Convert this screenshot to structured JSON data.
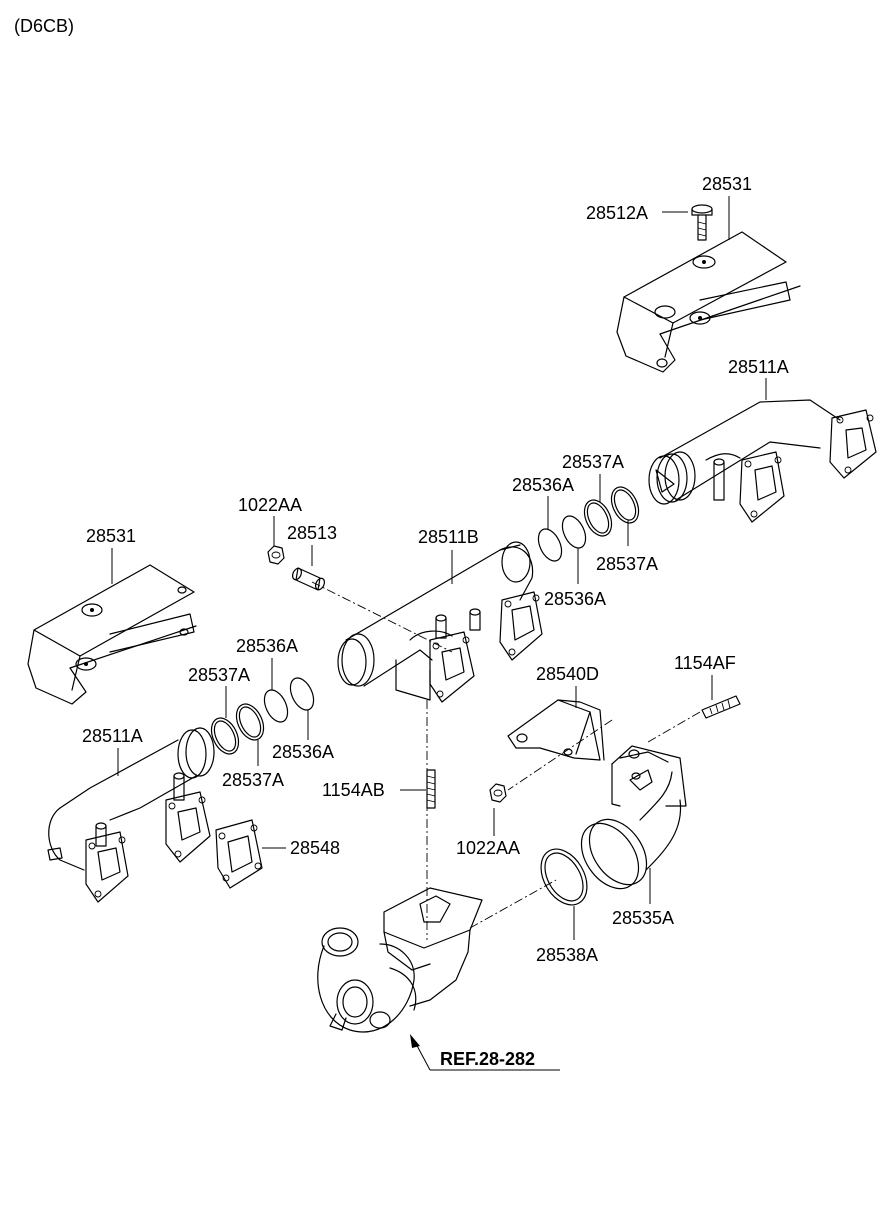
{
  "header": {
    "engine_code": "(D6CB)"
  },
  "labels": {
    "l_28531_top": "28531",
    "l_28512A": "28512A",
    "l_28511A_right": "28511A",
    "l_28537A_a": "28537A",
    "l_28536A_a": "28536A",
    "l_28537A_b": "28537A",
    "l_28536A_b": "28536A",
    "l_1022AA_top": "1022AA",
    "l_28513": "28513",
    "l_28511B": "28511B",
    "l_28531_left": "28531",
    "l_28536A_c": "28536A",
    "l_28537A_c": "28537A",
    "l_28511A_left": "28511A",
    "l_28536A_d": "28536A",
    "l_28537A_d": "28537A",
    "l_28540D": "28540D",
    "l_1154AF": "1154AF",
    "l_1154AB": "1154AB",
    "l_28548": "28548",
    "l_1022AA_bottom": "1022AA",
    "l_28535A": "28535A",
    "l_28538A": "28538A",
    "l_ref": "REF.28-282"
  }
}
